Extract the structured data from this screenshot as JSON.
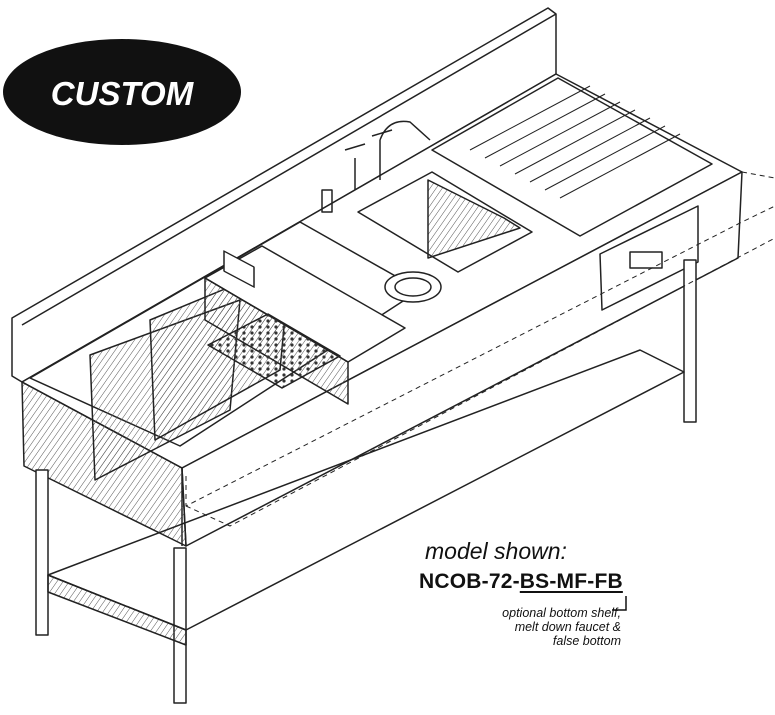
{
  "badge": {
    "text": "CUSTOM"
  },
  "caption": {
    "label": "model shown:",
    "model_prefix": "NCOB-72-",
    "model_options": "BS-MF-FB",
    "notes": [
      "optional bottom shelf,",
      "melt down faucet &",
      "false bottom"
    ]
  },
  "colors": {
    "line": "#222222",
    "badge_fill": "#111111",
    "badge_text": "#ffffff"
  },
  "icons": [
    "faucet-icon",
    "drain-icon",
    "sink-icon"
  ]
}
